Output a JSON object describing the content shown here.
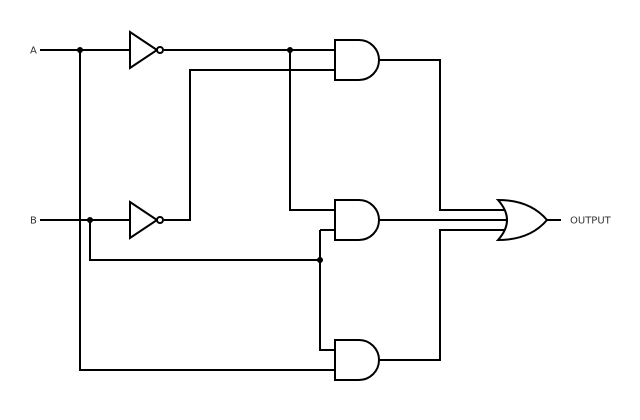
{
  "labels": {
    "input_a": "A",
    "input_b": "B",
    "output": "OUTPUT"
  },
  "components": {
    "not_gates": 2,
    "and_gates": 3,
    "or_gates": 1
  },
  "colors": {
    "line": "#000000",
    "background": "#ffffff",
    "text": "#333333"
  }
}
